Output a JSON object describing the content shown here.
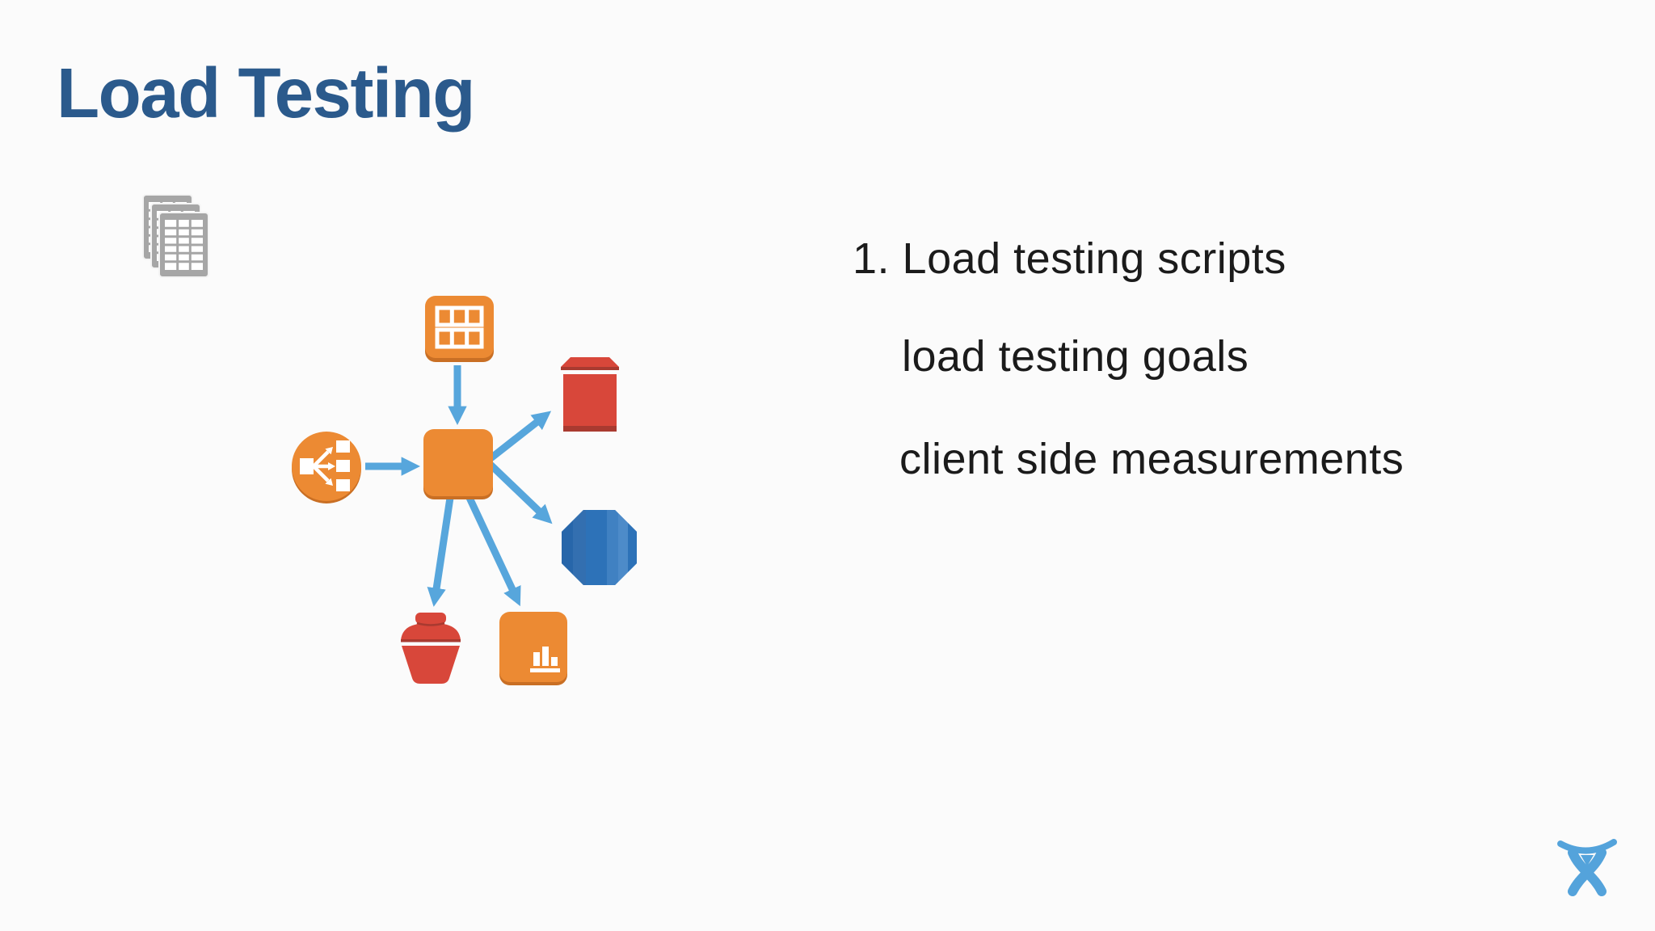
{
  "slide": {
    "title": "Load Testing",
    "notes": [
      {
        "text": "1. Load testing scripts"
      },
      {
        "text": "load testing goals"
      },
      {
        "text": "client side measurements"
      }
    ]
  },
  "diagram": {
    "nodes": [
      {
        "id": "test-data-files",
        "icon": "spreadsheet-stack-icon",
        "color": "#a6a6a6"
      },
      {
        "id": "table",
        "icon": "table-grid-icon",
        "color": "#ec8a33"
      },
      {
        "id": "load-balancer",
        "icon": "load-balancer-icon",
        "color": "#ec8a33"
      },
      {
        "id": "instance",
        "icon": "ec2-instance-icon",
        "color": "#ec8a33"
      },
      {
        "id": "vault",
        "icon": "glacier-vault-icon",
        "color": "#d8473a"
      },
      {
        "id": "dynamodb",
        "icon": "dynamodb-icon",
        "color": "#2d72b8"
      },
      {
        "id": "bucket",
        "icon": "s3-bucket-icon",
        "color": "#d8473a"
      },
      {
        "id": "cloudwatch",
        "icon": "cloudwatch-icon",
        "color": "#ec8a33"
      }
    ],
    "edges": [
      {
        "from": "table",
        "to": "instance"
      },
      {
        "from": "load-balancer",
        "to": "instance"
      },
      {
        "from": "instance",
        "to": "vault"
      },
      {
        "from": "instance",
        "to": "dynamodb"
      },
      {
        "from": "instance",
        "to": "bucket"
      },
      {
        "from": "instance",
        "to": "cloudwatch"
      }
    ],
    "arrow_color": "#57a6dc"
  },
  "footer": {
    "logo": "atlassian-logo",
    "logo_color": "#54a3db"
  },
  "palette": {
    "title_blue": "#2b5a8c",
    "text_dark": "#1b1b1b",
    "aws_orange": "#ec8a33",
    "aws_orange_shadow": "#c96f24",
    "aws_red": "#d8473a",
    "aws_red_dark": "#a93a30",
    "dynamo_blue": "#2d72b8",
    "arrow_blue": "#57a6dc",
    "doc_gray": "#a6a6a6",
    "background": "#fbfbfb"
  }
}
